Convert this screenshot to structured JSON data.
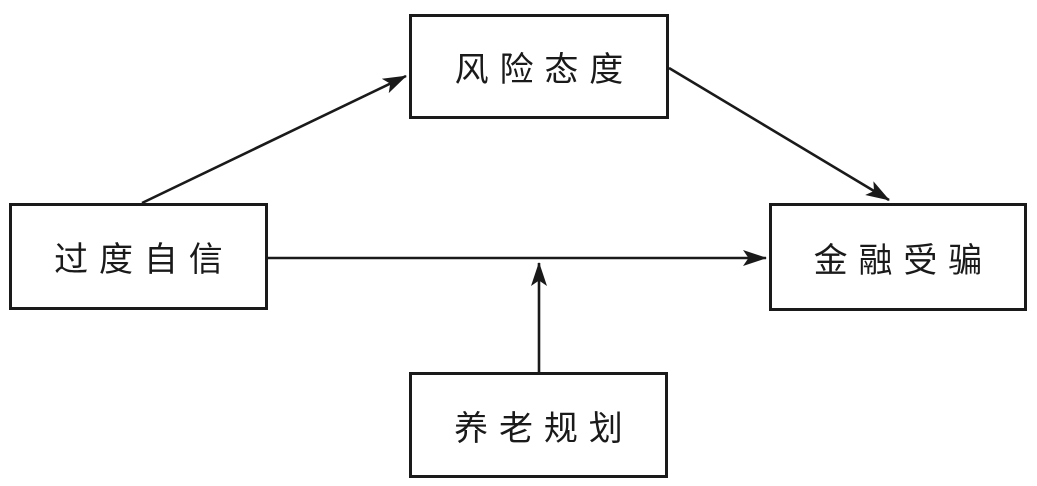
{
  "diagram": {
    "title": "",
    "background_color": "#ffffff",
    "line_color": "#1a1a1a",
    "nodes": {
      "risk_attitude": {
        "label": "风险态度"
      },
      "overconfidence": {
        "label": "过度自信"
      },
      "financial_fraud": {
        "label": "金融受骗"
      },
      "retirement_planning": {
        "label": "养老规划"
      }
    },
    "edges": [
      {
        "from": "overconfidence",
        "to": "risk_attitude",
        "type": "arrow"
      },
      {
        "from": "risk_attitude",
        "to": "financial_fraud",
        "type": "arrow"
      },
      {
        "from": "overconfidence",
        "to": "financial_fraud",
        "type": "arrow"
      },
      {
        "from": "retirement_planning",
        "to": "path_overconfidence_to_financial_fraud",
        "type": "arrow-moderation"
      }
    ]
  }
}
